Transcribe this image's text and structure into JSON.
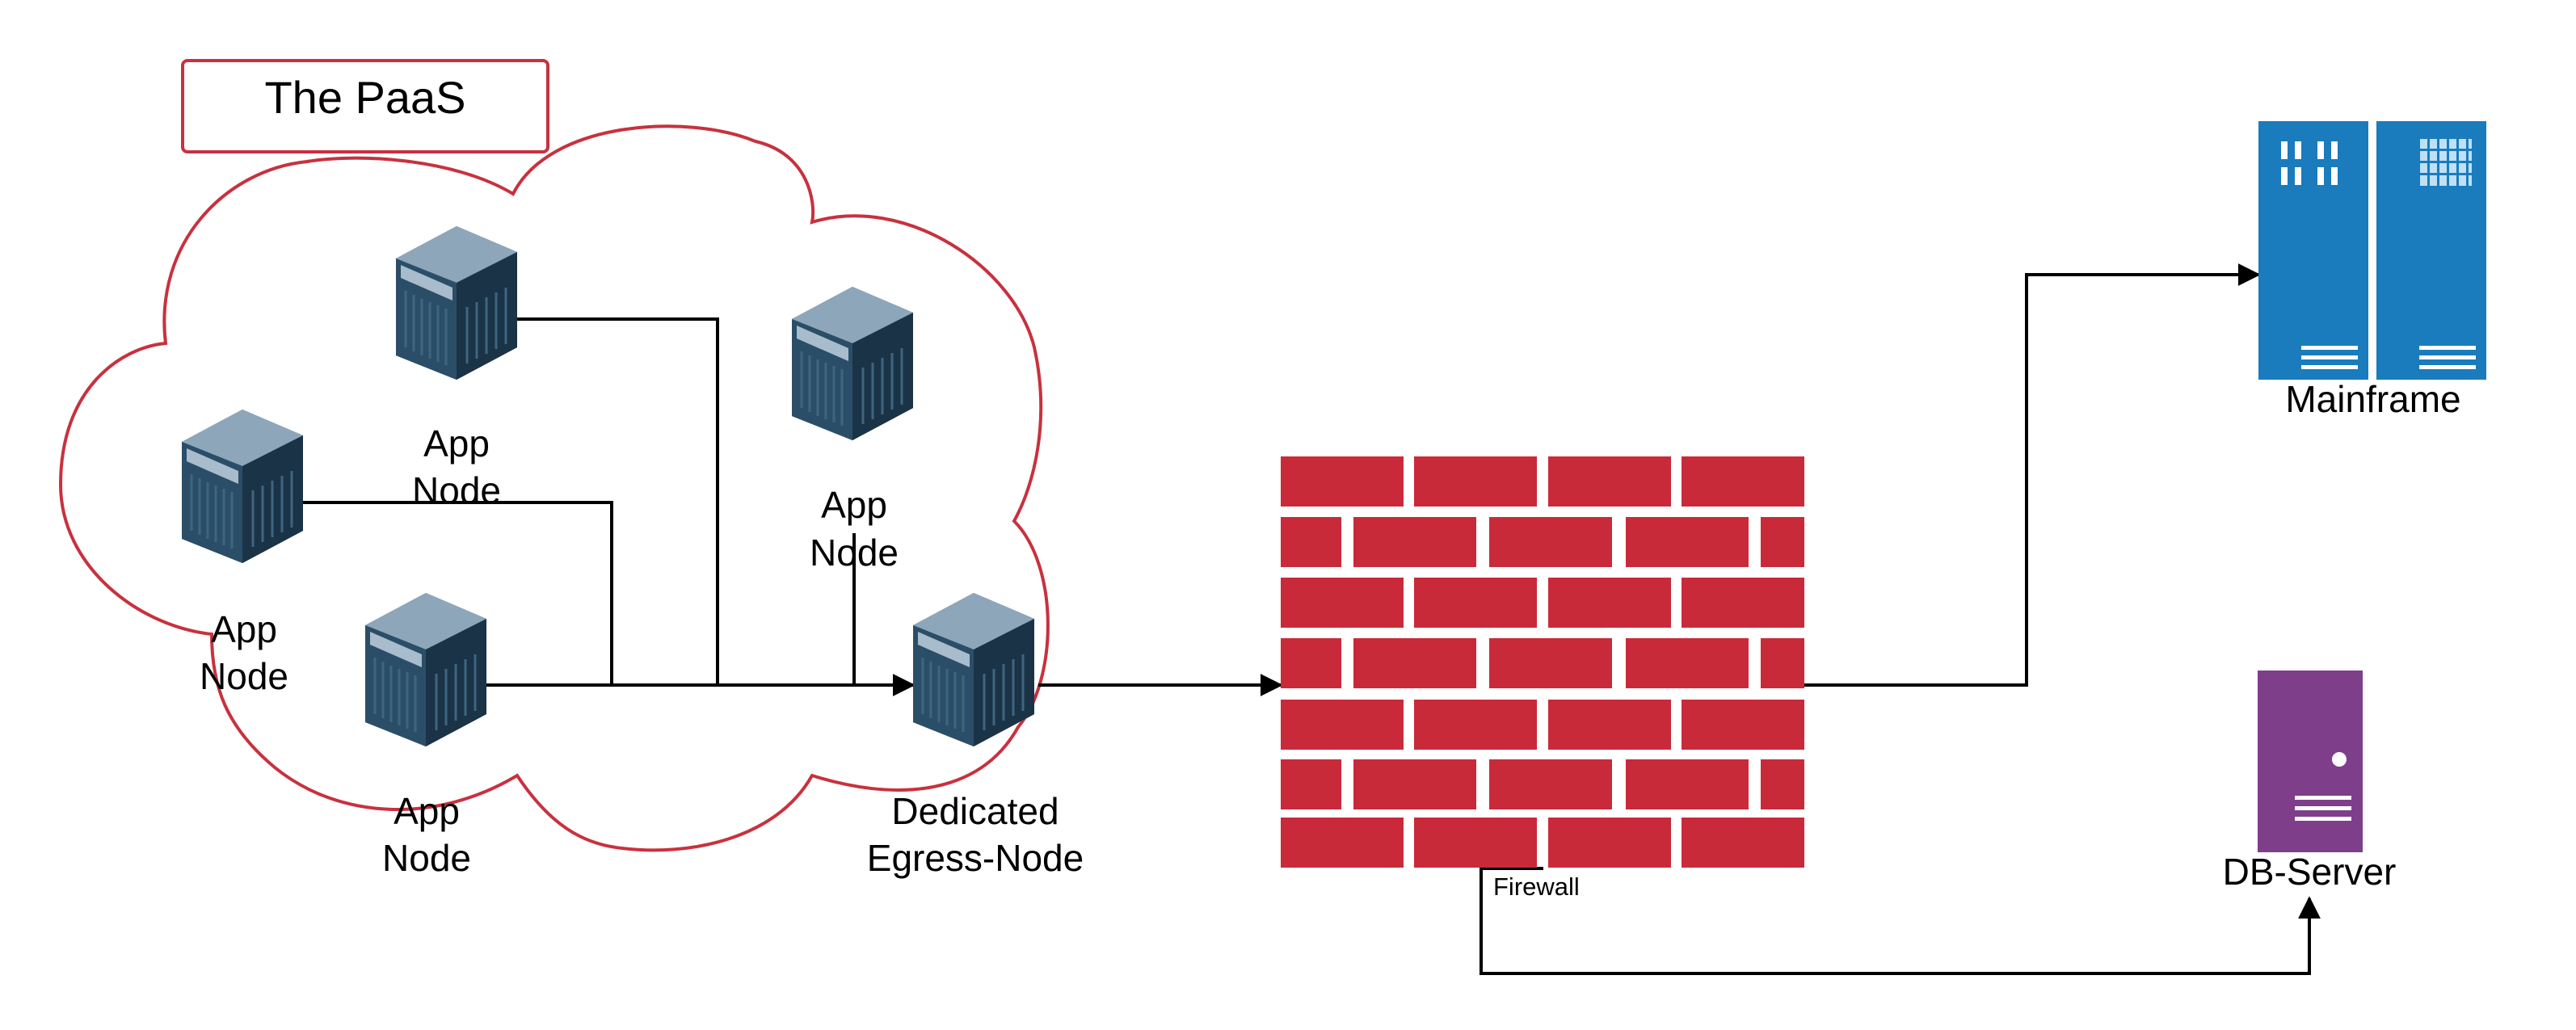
{
  "paas": {
    "title": "The PaaS"
  },
  "nodes": [
    {
      "id": "app-node-1",
      "line1": "App",
      "line2": "Node"
    },
    {
      "id": "app-node-2",
      "line1": "App",
      "line2": "Node"
    },
    {
      "id": "app-node-3",
      "line1": "App",
      "line2": "Node"
    },
    {
      "id": "app-node-4",
      "line1": "App",
      "line2": "Node"
    },
    {
      "id": "egress-node",
      "line1": "Dedicated",
      "line2": "Egress-Node"
    }
  ],
  "firewall": {
    "label": "Firewall"
  },
  "mainframe": {
    "label": "Mainframe"
  },
  "db_server": {
    "label": "DB-Server"
  },
  "colors": {
    "cloud_outline": "#c8313e",
    "firewall_brick": "#c92a3a",
    "mainframe": "#1a7bbd",
    "db_server": "#7e3e8a",
    "server_dark": "#1f3c52",
    "server_top": "#8ea6ba"
  }
}
